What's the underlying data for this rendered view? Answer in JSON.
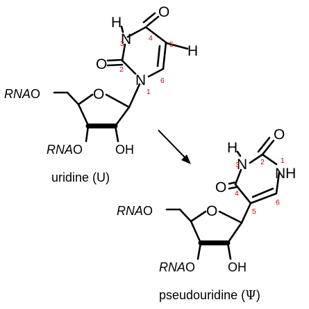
{
  "uridine": {
    "atoms": {
      "o4": "O",
      "n3": "N",
      "h3": "H",
      "o2": "O",
      "n1": "N",
      "h5": "H",
      "ring_o": "O",
      "oh": "OH"
    },
    "groups": {
      "rna_5": "RNA",
      "o_5": "O",
      "rna_3": "RNA",
      "o_3": "O"
    },
    "numbers": {
      "n4": "4",
      "n3": "3",
      "n5": "5",
      "n2": "2",
      "n1": "1",
      "n6": "6"
    },
    "caption": "uridine (U)"
  },
  "pseudouridine": {
    "atoms": {
      "h3": "H",
      "o2": "O",
      "n3": "N",
      "nh": "NH",
      "o4": "O",
      "ring_o": "O",
      "oh": "OH"
    },
    "groups": {
      "rna_5": "RNA",
      "o_5": "O",
      "rna_3": "RNA",
      "o_3": "O"
    },
    "numbers": {
      "n2": "2",
      "n3": "3",
      "n1": "1",
      "n4": "4",
      "n5": "5",
      "n6": "6"
    },
    "caption_text": "pseudouridine (",
    "caption_symbol": "Ψ",
    "caption_close": ")"
  }
}
